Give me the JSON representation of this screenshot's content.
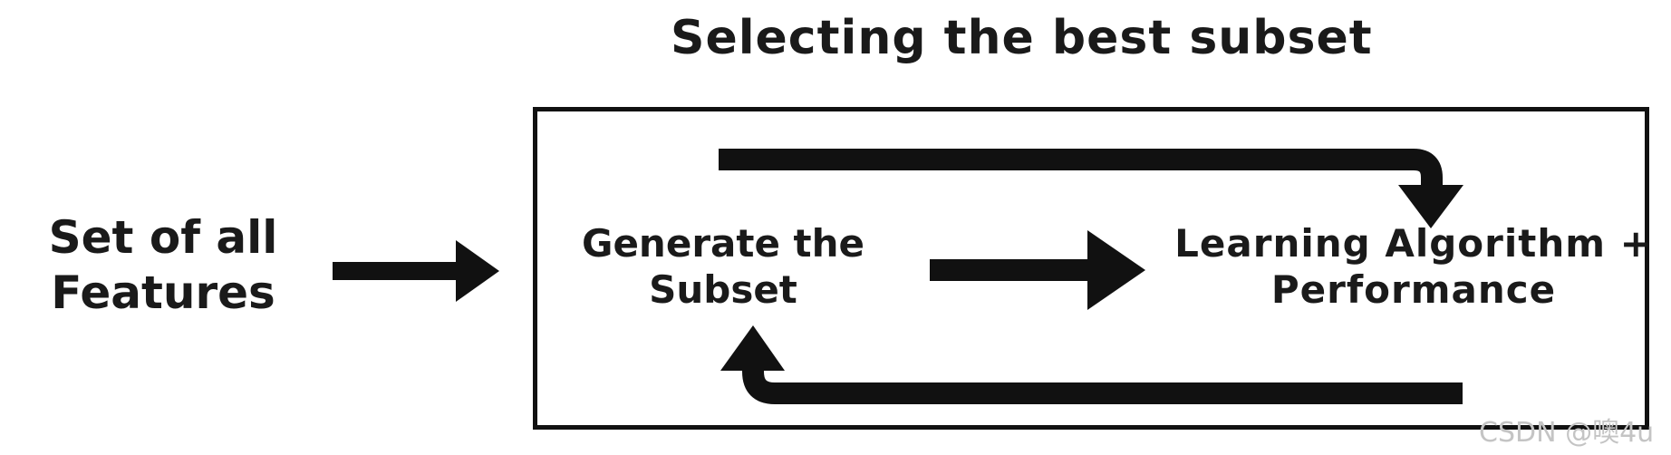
{
  "diagram": {
    "title": "Selecting the best subset",
    "nodes": {
      "all_features": {
        "line1": "Set of all",
        "line2": "Features"
      },
      "generate_subset": {
        "line1": "Generate the",
        "line2": "Subset"
      },
      "learning_algorithm": {
        "line1": "Learning Algorithm +",
        "line2": "Performance"
      }
    },
    "edges": [
      {
        "from": "all_features",
        "to": "generate_subset"
      },
      {
        "from": "generate_subset",
        "to": "learning_algorithm"
      },
      {
        "from": "generate_subset",
        "to": "learning_algorithm",
        "route": "top loop"
      },
      {
        "from": "learning_algorithm",
        "to": "generate_subset",
        "route": "bottom loop"
      }
    ]
  },
  "watermark": "CSDN @噢4u",
  "colors": {
    "ink": "#111111",
    "text": "#1a1a1a",
    "watermark": "#c4c4c4",
    "background": "#ffffff"
  }
}
